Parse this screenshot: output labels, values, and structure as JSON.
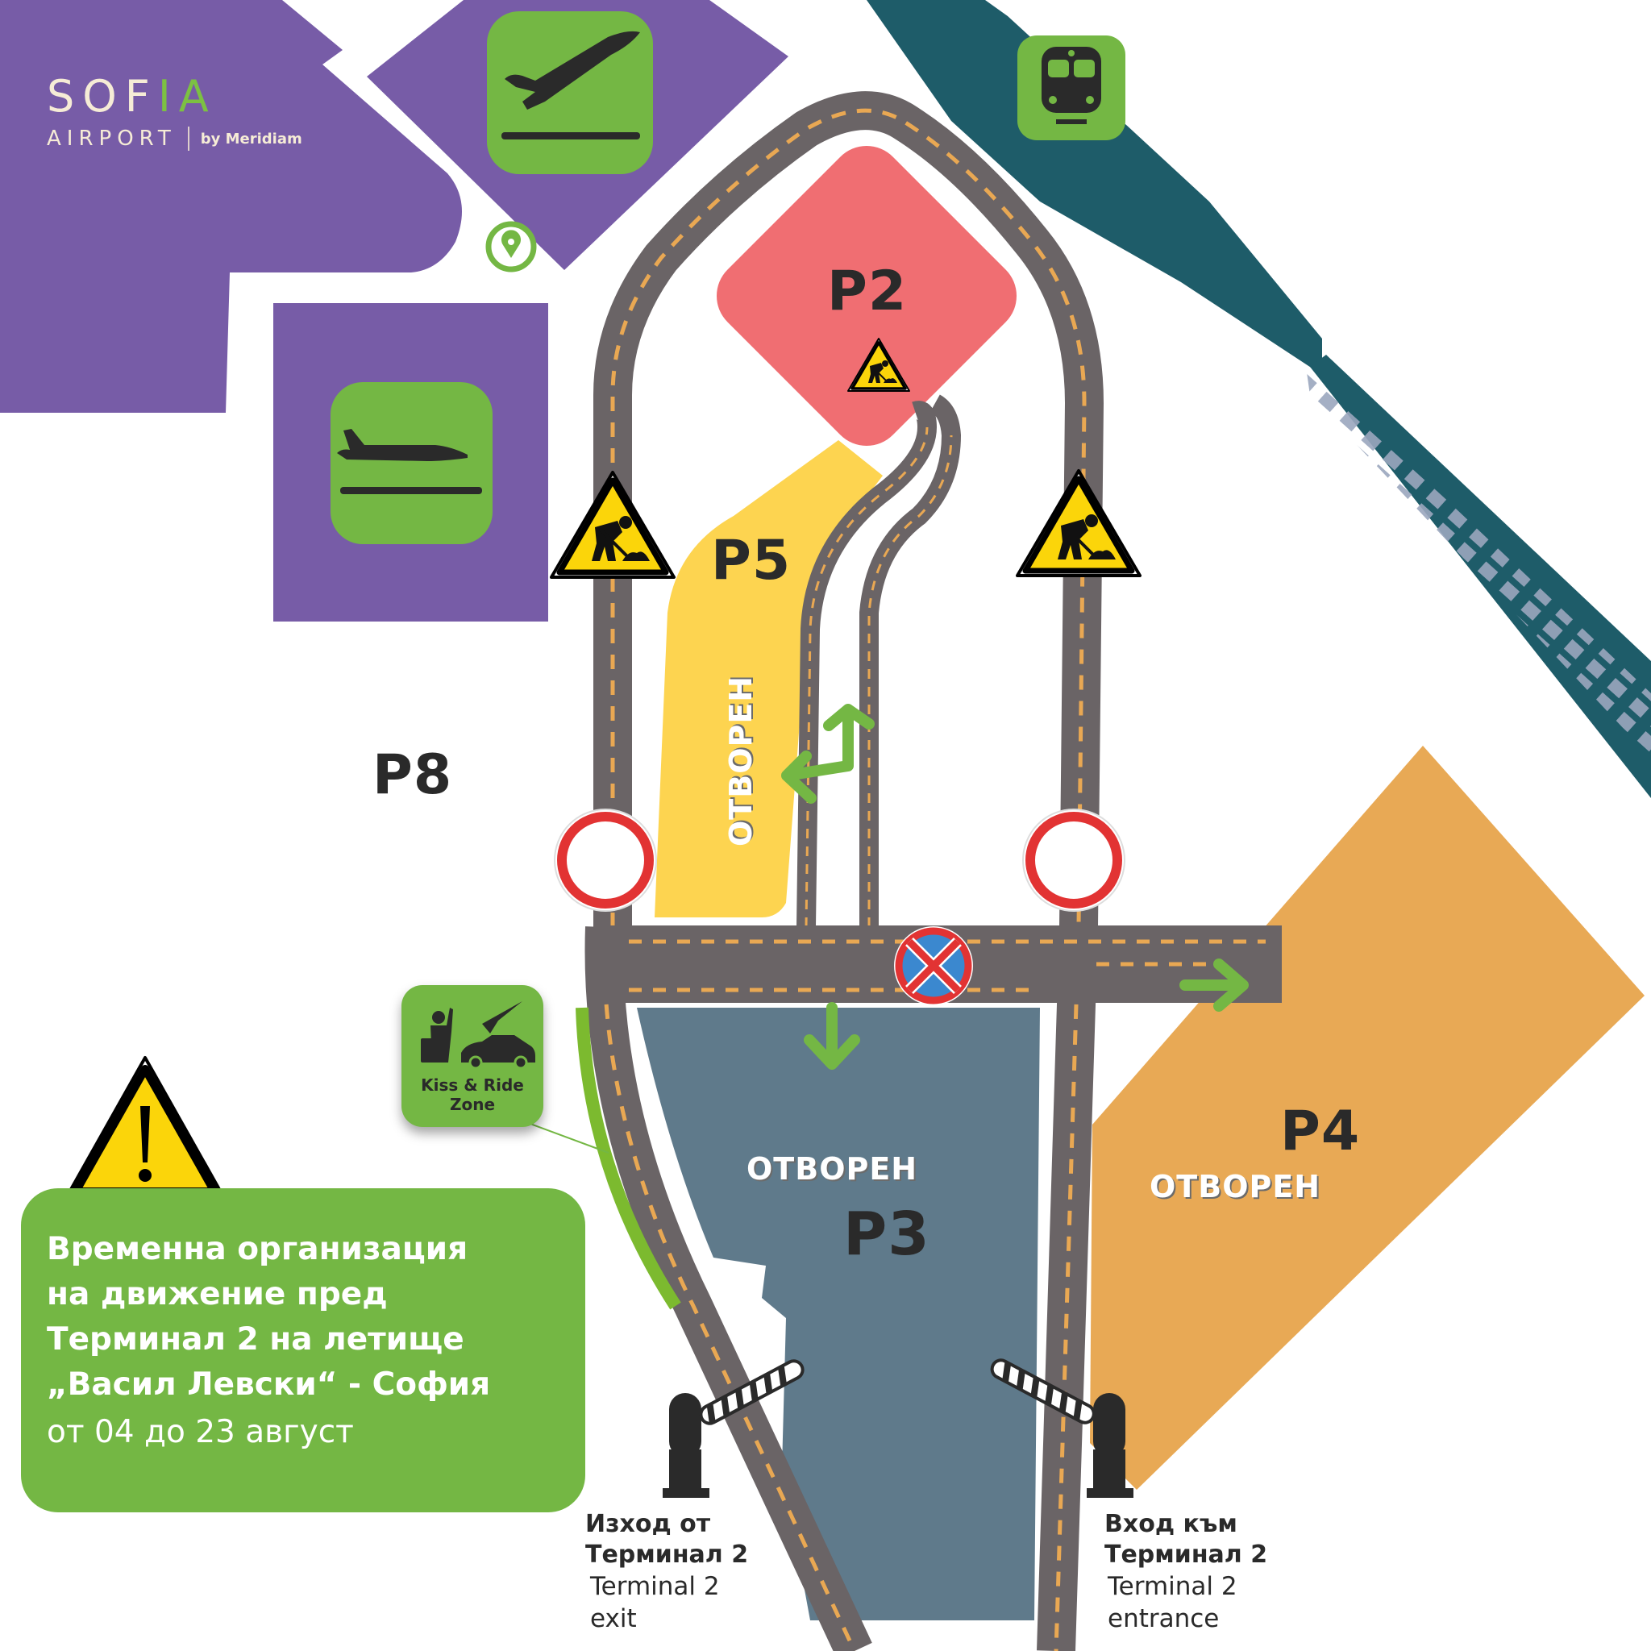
{
  "brand": {
    "logo_main": "SOF",
    "logo_accent": "IA",
    "logo_airport": "AIRPORT",
    "logo_by": "by Meridiam"
  },
  "colors": {
    "terminal_purple": "#775ca7",
    "icon_green": "#74b744",
    "rail_teal": "#1e5c69",
    "road_gray": "#6a6466",
    "lane_dash": "#e9a853",
    "p2_red": "#f06e72",
    "p5_yellow": "#fdd450",
    "p3_slate": "#5f7a8b",
    "p4_orange": "#e8a955",
    "sign_yellow": "#fbd50a",
    "sign_red": "#e23333",
    "sign_blue": "#3b88cf",
    "text_dark": "#2a2a2a"
  },
  "icons": {
    "departures": "airplane-takeoff-icon",
    "arrivals": "airplane-landing-icon",
    "train": "train-icon",
    "location": "location-pin-icon",
    "roadwork": "roadwork-warning-icon",
    "no_entry": "no-vehicles-sign",
    "no_stopping": "no-stopping-sign",
    "warning": "exclamation-warning-icon",
    "barrier": "parking-barrier-icon"
  },
  "parking": [
    {
      "code": "P2",
      "status": "",
      "roadworks": true
    },
    {
      "code": "P5",
      "status": "ОТВОРЕН",
      "roadworks": false
    },
    {
      "code": "P8",
      "status": "",
      "roadworks": false
    },
    {
      "code": "P3",
      "status": "ОТВОРЕН",
      "roadworks": false
    },
    {
      "code": "P4",
      "status": "ОТВОРЕН",
      "roadworks": false
    }
  ],
  "kiss_ride": {
    "label": "Kiss & Ride\nZone"
  },
  "notice": {
    "title": "Временна организация\nна движение пред\nТерминал 2 на летище\n„Васил Левски“ - София",
    "dates": "от 04 до 23 август"
  },
  "gates": {
    "exit": {
      "bg": "Изход от\nТерминал 2",
      "en": "Terminal 2\nexit"
    },
    "entrance": {
      "bg": "Вход към\nТерминал 2",
      "en": "Terminal 2\nentrance"
    }
  }
}
